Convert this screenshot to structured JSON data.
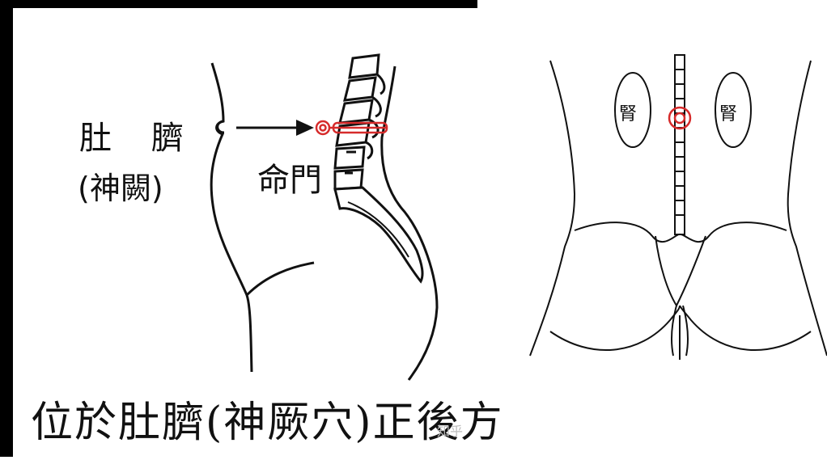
{
  "left_panel": {
    "navel_label": "肚 臍",
    "shenque_label": "(神闕)",
    "mingmen_label": "命門",
    "caption": "位於肚臍(神厥穴)正後方",
    "watermark": "知乎"
  },
  "right_panel": {
    "kidney_left_label": "腎",
    "kidney_right_label": "腎"
  },
  "colors": {
    "line": "#111111",
    "acupoint_marker": "#d62b2b",
    "frame": "#000000"
  }
}
